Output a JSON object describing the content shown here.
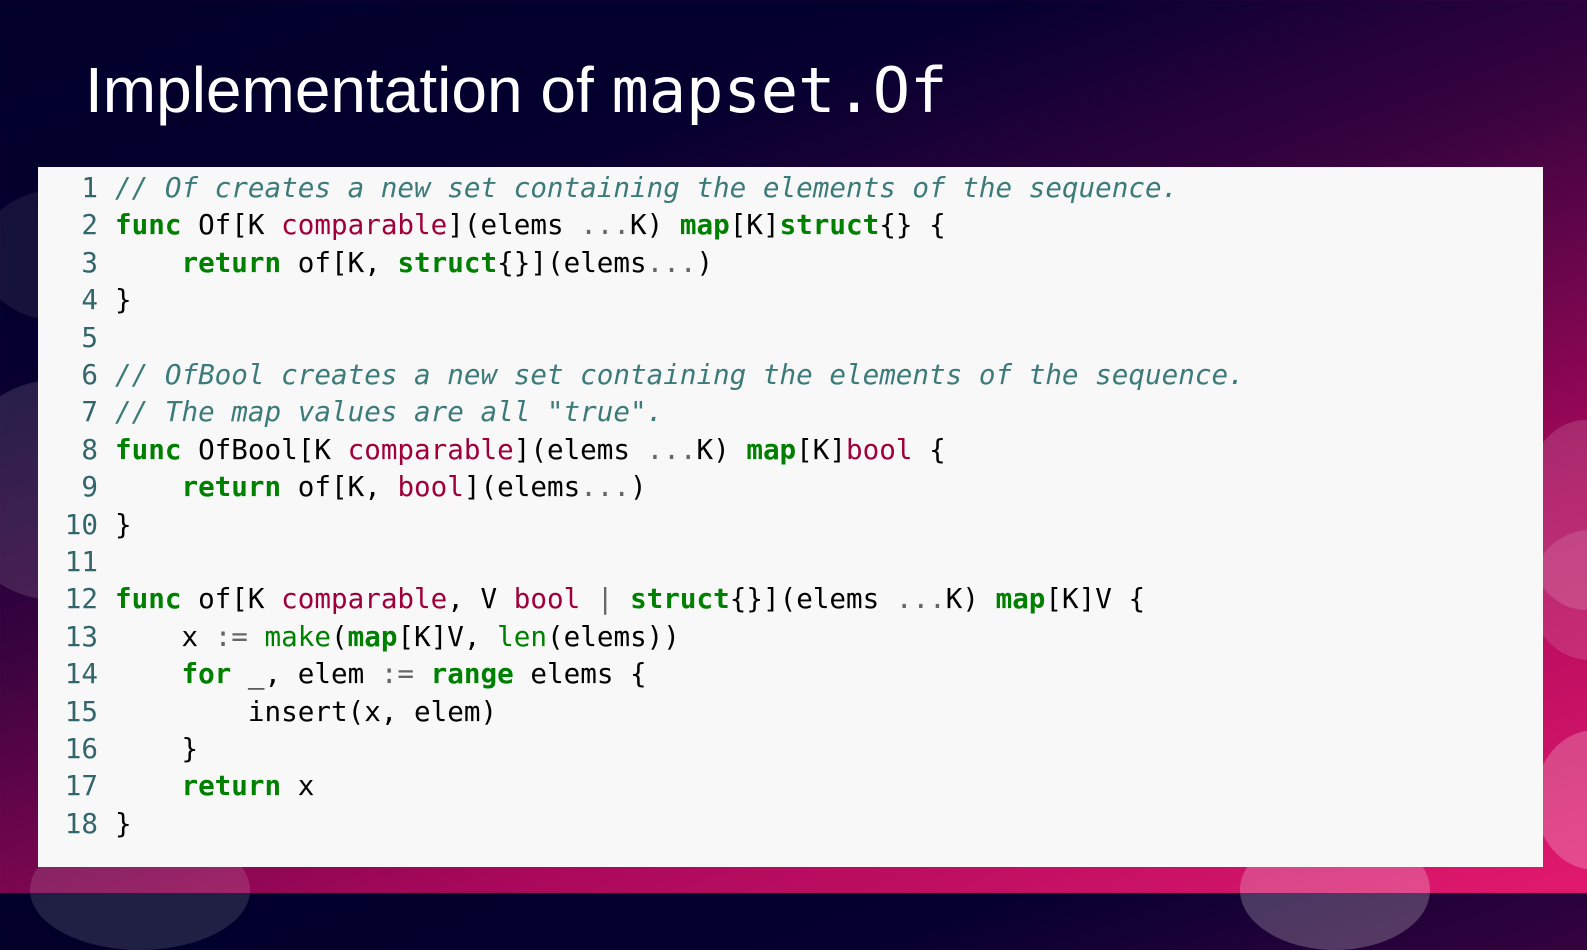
{
  "slide": {
    "title_prefix": "Implementation of ",
    "title_code": "mapset.Of"
  },
  "code": {
    "lines": [
      {
        "num": "1",
        "tokens": [
          {
            "k": "c",
            "t": "// Of creates a new set containing the elements of the sequence."
          }
        ]
      },
      {
        "num": "2",
        "tokens": [
          {
            "k": "k",
            "t": "func"
          },
          {
            "k": "p",
            "t": " Of[K "
          },
          {
            "k": "t",
            "t": "comparable"
          },
          {
            "k": "p",
            "t": "](elems "
          },
          {
            "k": "o",
            "t": "..."
          },
          {
            "k": "p",
            "t": "K) "
          },
          {
            "k": "k",
            "t": "map"
          },
          {
            "k": "p",
            "t": "[K]"
          },
          {
            "k": "k",
            "t": "struct"
          },
          {
            "k": "p",
            "t": "{} {"
          }
        ]
      },
      {
        "num": "3",
        "tokens": [
          {
            "k": "p",
            "t": "    "
          },
          {
            "k": "k",
            "t": "return"
          },
          {
            "k": "p",
            "t": " of[K, "
          },
          {
            "k": "k",
            "t": "struct"
          },
          {
            "k": "p",
            "t": "{}](elems"
          },
          {
            "k": "o",
            "t": "..."
          },
          {
            "k": "p",
            "t": ")"
          }
        ]
      },
      {
        "num": "4",
        "tokens": [
          {
            "k": "p",
            "t": "}"
          }
        ]
      },
      {
        "num": "5",
        "tokens": []
      },
      {
        "num": "6",
        "tokens": [
          {
            "k": "c",
            "t": "// OfBool creates a new set containing the elements of the sequence."
          }
        ]
      },
      {
        "num": "7",
        "tokens": [
          {
            "k": "c",
            "t": "// The map values are all \"true\"."
          }
        ]
      },
      {
        "num": "8",
        "tokens": [
          {
            "k": "k",
            "t": "func"
          },
          {
            "k": "p",
            "t": " OfBool[K "
          },
          {
            "k": "t",
            "t": "comparable"
          },
          {
            "k": "p",
            "t": "](elems "
          },
          {
            "k": "o",
            "t": "..."
          },
          {
            "k": "p",
            "t": "K) "
          },
          {
            "k": "k",
            "t": "map"
          },
          {
            "k": "p",
            "t": "[K]"
          },
          {
            "k": "t",
            "t": "bool"
          },
          {
            "k": "p",
            "t": " {"
          }
        ]
      },
      {
        "num": "9",
        "tokens": [
          {
            "k": "p",
            "t": "    "
          },
          {
            "k": "k",
            "t": "return"
          },
          {
            "k": "p",
            "t": " of[K, "
          },
          {
            "k": "t",
            "t": "bool"
          },
          {
            "k": "p",
            "t": "](elems"
          },
          {
            "k": "o",
            "t": "..."
          },
          {
            "k": "p",
            "t": ")"
          }
        ]
      },
      {
        "num": "10",
        "tokens": [
          {
            "k": "p",
            "t": "}"
          }
        ]
      },
      {
        "num": "11",
        "tokens": []
      },
      {
        "num": "12",
        "tokens": [
          {
            "k": "k",
            "t": "func"
          },
          {
            "k": "p",
            "t": " of[K "
          },
          {
            "k": "t",
            "t": "comparable"
          },
          {
            "k": "p",
            "t": ", V "
          },
          {
            "k": "t",
            "t": "bool"
          },
          {
            "k": "p",
            "t": " "
          },
          {
            "k": "o",
            "t": "|"
          },
          {
            "k": "p",
            "t": " "
          },
          {
            "k": "k",
            "t": "struct"
          },
          {
            "k": "p",
            "t": "{}](elems "
          },
          {
            "k": "o",
            "t": "..."
          },
          {
            "k": "p",
            "t": "K) "
          },
          {
            "k": "k",
            "t": "map"
          },
          {
            "k": "p",
            "t": "[K]V {"
          }
        ]
      },
      {
        "num": "13",
        "tokens": [
          {
            "k": "p",
            "t": "    x "
          },
          {
            "k": "o",
            "t": ":="
          },
          {
            "k": "p",
            "t": " "
          },
          {
            "k": "b",
            "t": "make"
          },
          {
            "k": "p",
            "t": "("
          },
          {
            "k": "k",
            "t": "map"
          },
          {
            "k": "p",
            "t": "[K]V, "
          },
          {
            "k": "b",
            "t": "len"
          },
          {
            "k": "p",
            "t": "(elems))"
          }
        ]
      },
      {
        "num": "14",
        "tokens": [
          {
            "k": "p",
            "t": "    "
          },
          {
            "k": "k",
            "t": "for"
          },
          {
            "k": "p",
            "t": " _, elem "
          },
          {
            "k": "o",
            "t": ":="
          },
          {
            "k": "p",
            "t": " "
          },
          {
            "k": "k",
            "t": "range"
          },
          {
            "k": "p",
            "t": " elems {"
          }
        ]
      },
      {
        "num": "15",
        "tokens": [
          {
            "k": "p",
            "t": "        insert(x, elem)"
          }
        ]
      },
      {
        "num": "16",
        "tokens": [
          {
            "k": "p",
            "t": "    }"
          }
        ]
      },
      {
        "num": "17",
        "tokens": [
          {
            "k": "p",
            "t": "    "
          },
          {
            "k": "k",
            "t": "return"
          },
          {
            "k": "p",
            "t": " x"
          }
        ]
      },
      {
        "num": "18",
        "tokens": [
          {
            "k": "p",
            "t": "}"
          }
        ]
      }
    ]
  },
  "colors": {
    "keyword": "#008000",
    "type": "#a0003a",
    "builtin": "#008000",
    "operator": "#666666",
    "comment": "#3d7b7b",
    "line_number": "#33666c",
    "panel_background": "#f8f8f8",
    "title_text": "#ffffff"
  }
}
